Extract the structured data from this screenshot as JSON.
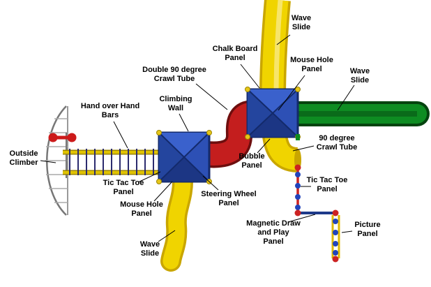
{
  "labels": {
    "wave_slide_top": "Wave\nSlide",
    "chalk_board_panel": "Chalk Board\nPanel",
    "mouse_hole_panel_right": "Mouse Hole\nPanel",
    "wave_slide_right": "Wave\nSlide",
    "double_90_crawl_tube": "Double 90 degree\nCrawl Tube",
    "climbing_wall": "Climbing\nWall",
    "hand_over_hand_bars": "Hand over Hand\nBars",
    "outside_climber": "Outside\nClimber",
    "tic_tac_toe_panel_left": "Tic Tac Toe\nPanel",
    "mouse_hole_panel_left": "Mouse Hole\nPanel",
    "wave_slide_bottom": "Wave\nSlide",
    "steering_wheel_panel": "Steering Wheel\nPanel",
    "bubble_panel": "Bubble\nPanel",
    "ninety_degree_crawl_tube": "90 degree\nCrawl Tube",
    "tic_tac_toe_panel_right": "Tic Tac Toe\nPanel",
    "magnetic_draw_panel": "Magnetic Draw\nand Play\nPanel",
    "picture_panel": "Picture\nPanel"
  },
  "colors": {
    "slide_yellow": "#F0D400",
    "slide_yellow_dark": "#C9A600",
    "deck_blue": "#2D50B5",
    "deck_blue_dark": "#132A6B",
    "tube_red": "#C41E1E",
    "tube_red_dark": "#6E0E0E",
    "slide_green": "#0E8C22",
    "slide_green_dark": "#05430F",
    "post_red": "#CC2222",
    "bead_blue": "#2244BB",
    "label_text": "#000000",
    "background": "#FFFFFF"
  }
}
